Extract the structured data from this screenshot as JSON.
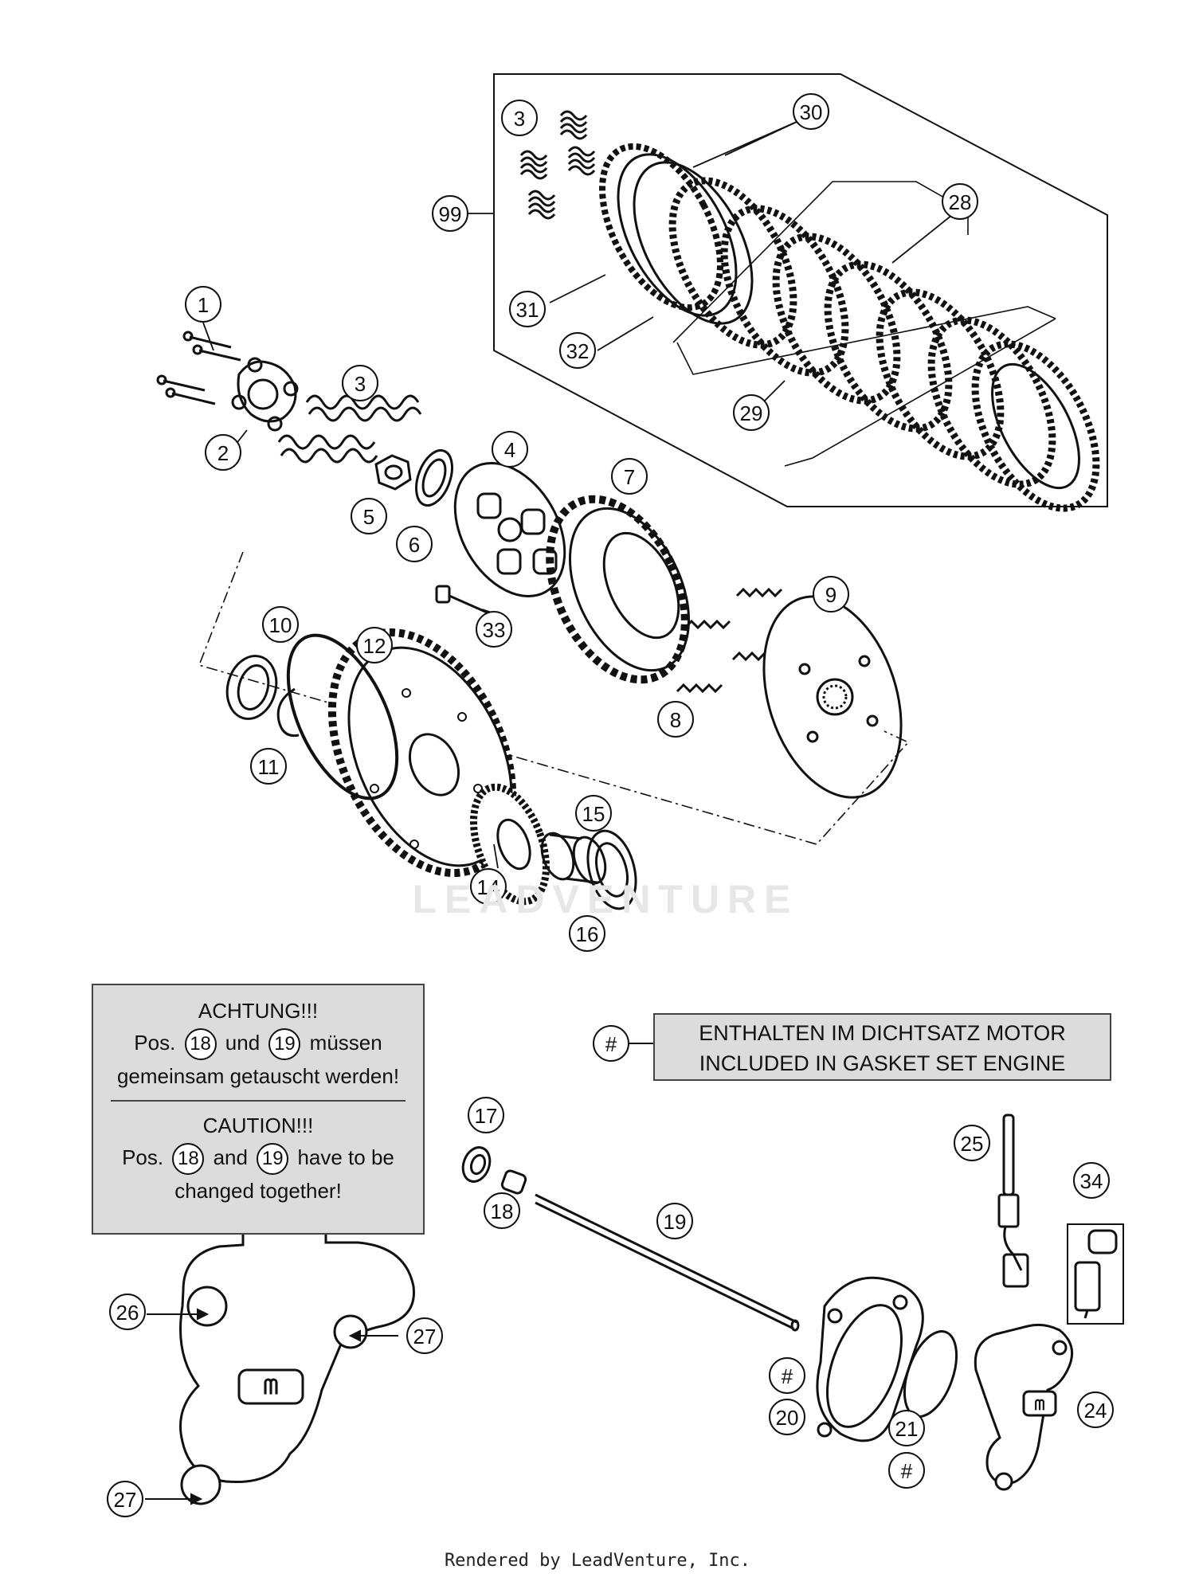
{
  "callouts": [
    {
      "label": "99"
    },
    {
      "label": "3"
    },
    {
      "label": "30"
    },
    {
      "label": "28"
    },
    {
      "label": "31"
    },
    {
      "label": "32"
    },
    {
      "label": "29"
    },
    {
      "label": "1"
    },
    {
      "label": "2"
    },
    {
      "label": "3"
    },
    {
      "label": "5"
    },
    {
      "label": "6"
    },
    {
      "label": "4"
    },
    {
      "label": "7"
    },
    {
      "label": "33"
    },
    {
      "label": "9"
    },
    {
      "label": "8"
    },
    {
      "label": "10"
    },
    {
      "label": "12"
    },
    {
      "label": "11"
    },
    {
      "label": "15"
    },
    {
      "label": "14"
    },
    {
      "label": "16"
    },
    {
      "label": "#"
    },
    {
      "label": "17"
    },
    {
      "label": "18"
    },
    {
      "label": "19"
    },
    {
      "label": "25"
    },
    {
      "label": "34"
    },
    {
      "label": "26"
    },
    {
      "label": "27"
    },
    {
      "label": "27"
    },
    {
      "label": "#"
    },
    {
      "label": "20"
    },
    {
      "label": "21"
    },
    {
      "label": "#"
    },
    {
      "label": "24"
    }
  ],
  "warning_note": {
    "de_title": "ACHTUNG!!!",
    "de_pre": "Pos.",
    "de_ref1": "18",
    "de_mid": "und",
    "de_ref2": "19",
    "de_post": "müssen",
    "de_line2": "gemeinsam getauscht werden!",
    "en_title": "CAUTION!!!",
    "en_pre": "Pos.",
    "en_ref1": "18",
    "en_mid": "and",
    "en_ref2": "19",
    "en_post": "have to be",
    "en_line2": "changed together!"
  },
  "gasket_note": {
    "symbol": "#",
    "line1": "ENTHALTEN IM DICHTSATZ MOTOR",
    "line2": "INCLUDED IN GASKET SET ENGINE"
  },
  "watermark": "LEADVENTURE",
  "footer": "Rendered by LeadVenture, Inc."
}
